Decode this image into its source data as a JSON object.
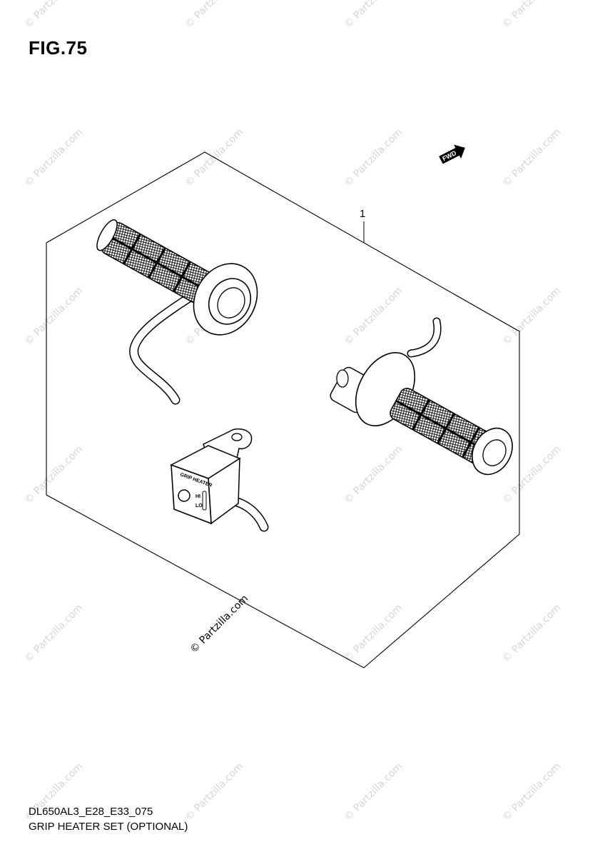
{
  "figure": {
    "title": "FIG.75"
  },
  "callouts": {
    "item1": "1"
  },
  "fwd_arrow": {
    "label": "FWD"
  },
  "switch_labels": {
    "brand": "GRIP HEATER",
    "hi": "HI",
    "lo": "LO"
  },
  "watermark": {
    "text": "© Partzilla.com"
  },
  "footer": {
    "code": "DL650AL3_E28_E33_075",
    "caption": "GRIP HEATER SET (OPTIONAL)"
  }
}
